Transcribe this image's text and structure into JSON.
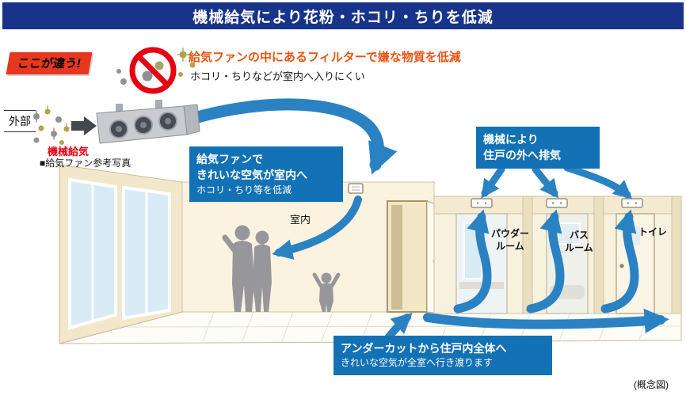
{
  "header": {
    "title": "機械給気により花粉・ホコリ・ちりを低減"
  },
  "badge": {
    "label": "ここが違う!"
  },
  "intro": {
    "headline": "給気ファンの中にあるフィルターで嫌な物質を低減",
    "subline": "ホコリ・ちりなどが室内へ入りにくい"
  },
  "supply_unit": {
    "outside_label": "外部",
    "name": "機械給気",
    "photo_caption": "■給気ファン参考写真"
  },
  "callouts": {
    "supply": {
      "line1": "給気ファンで",
      "line2": "きれいな空気が室内へ",
      "line3": "ホコリ・ちり等を低減"
    },
    "exhaust": {
      "line1": "機械により",
      "line2": "住戸の外へ排気"
    },
    "undercut": {
      "line1": "アンダーカットから住戸内全体へ",
      "line2": "きれいな空気が全室へ行き渡ります"
    }
  },
  "rooms": {
    "interior_label": "室内",
    "labels": [
      {
        "label": "パウダー\nルーム"
      },
      {
        "label": "バス\nルーム"
      },
      {
        "label": "トイレ"
      }
    ]
  },
  "footer": {
    "note": "(概念図)"
  },
  "icons": {
    "prohibition": "no-entry-icon",
    "dust": "dust-particle-icon",
    "arrow": "airflow-arrow-icon"
  },
  "colors": {
    "header_bg": "#17338a",
    "callout_blue": "#1371b5",
    "arrow_blue": "#2a82c3",
    "badge_red": "#e7371e",
    "headline_orange": "#ea5514",
    "prohibition_red": "#e60012",
    "wall_cream": "#f9f1dc",
    "silhouette_gray": "#97979b"
  }
}
